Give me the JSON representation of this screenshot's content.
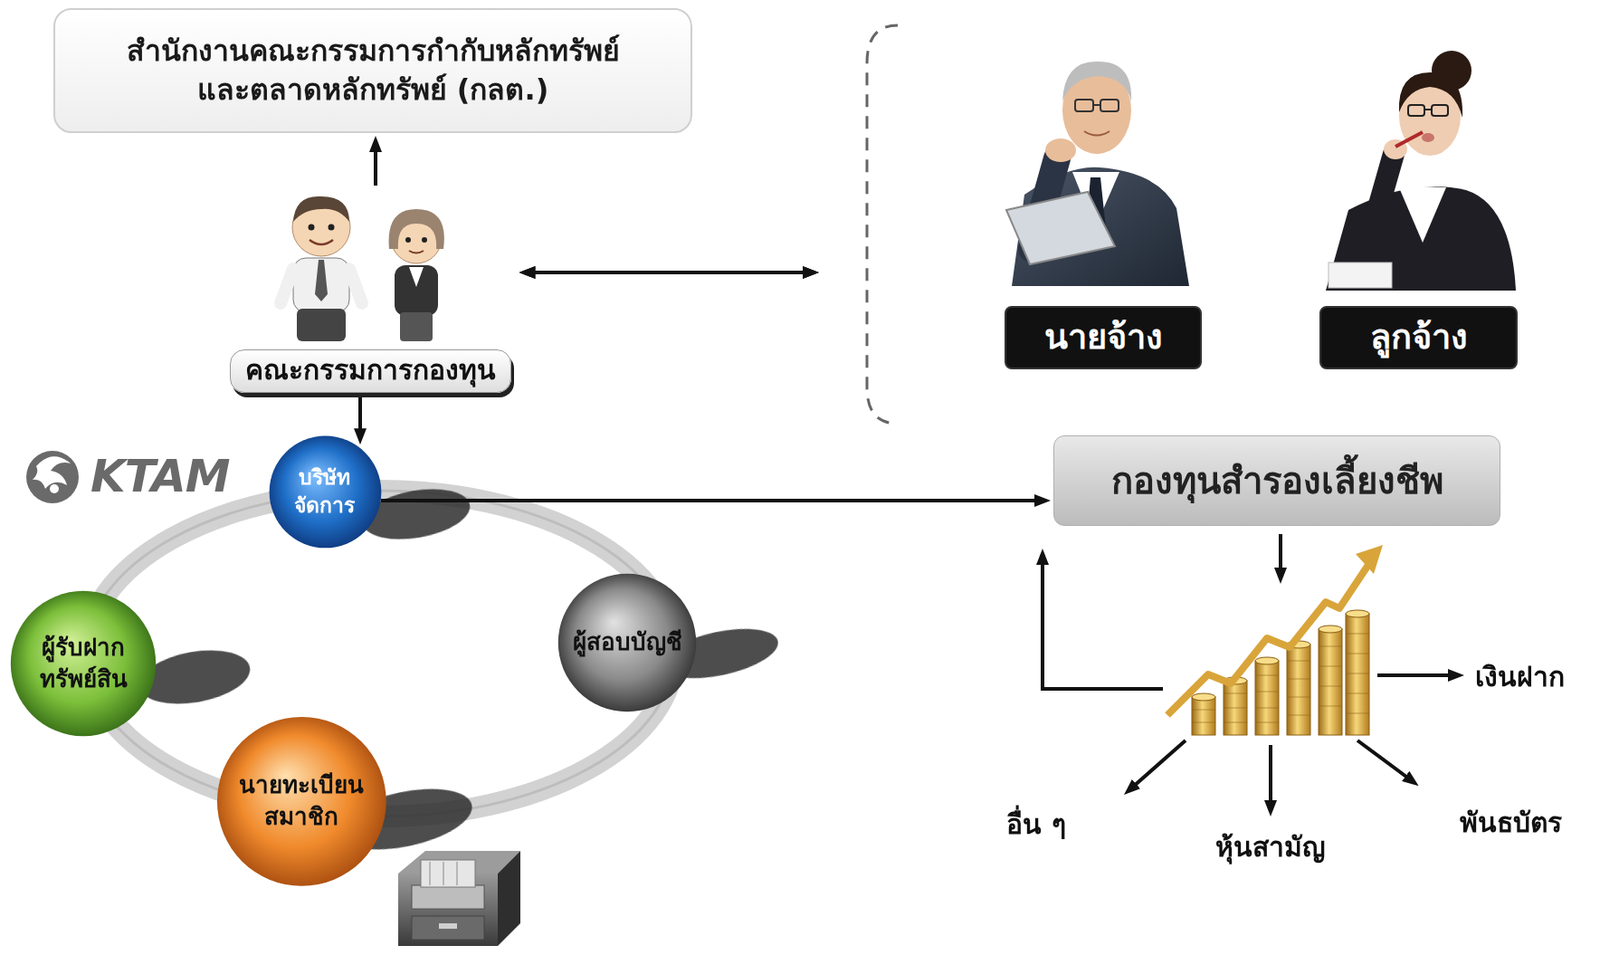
{
  "diagram": {
    "nodes": [
      {
        "text": [
          "สำนักงานคณะกรรมการกำกับหลักทรัพย์ และตลาดหลักทรัพย์ (กลต.)"
        ]
      },
      {
        "text": [
          "คณะกรรมการกองทุน"
        ]
      },
      {
        "text": [
          "นายจ้าง"
        ]
      },
      {
        "text": [
          "ลูกจ้าง"
        ]
      },
      {
        "text": [
          "บริษัท จัดการ"
        ]
      },
      {
        "text": [
          "กองทุนสำรองเลี้ยงชีพ"
        ]
      },
      {
        "text": [
          "ผู้รับฝาก ทรัพย์สิน"
        ]
      },
      {
        "text": [
          "ผู้สอบบัญชี"
        ]
      },
      {
        "text": [
          "นายทะเบียน สมาชิก"
        ]
      }
    ],
    "edges": [
      {
        "from": 1,
        "to": 0,
        "arrow": "to"
      },
      {
        "from": 1,
        "to": 2,
        "arrow": "both"
      },
      {
        "from": 1,
        "to": 3,
        "arrow": "both"
      },
      {
        "from": 1,
        "to": 4,
        "arrow": "to"
      },
      {
        "from": 4,
        "to": 5,
        "arrow": "to"
      }
    ],
    "labels": [
      "KTAM",
      "เงินฝาก",
      "พันธบัตร",
      "อื่น ๆ",
      "หุ้นสามัญ"
    ]
  }
}
